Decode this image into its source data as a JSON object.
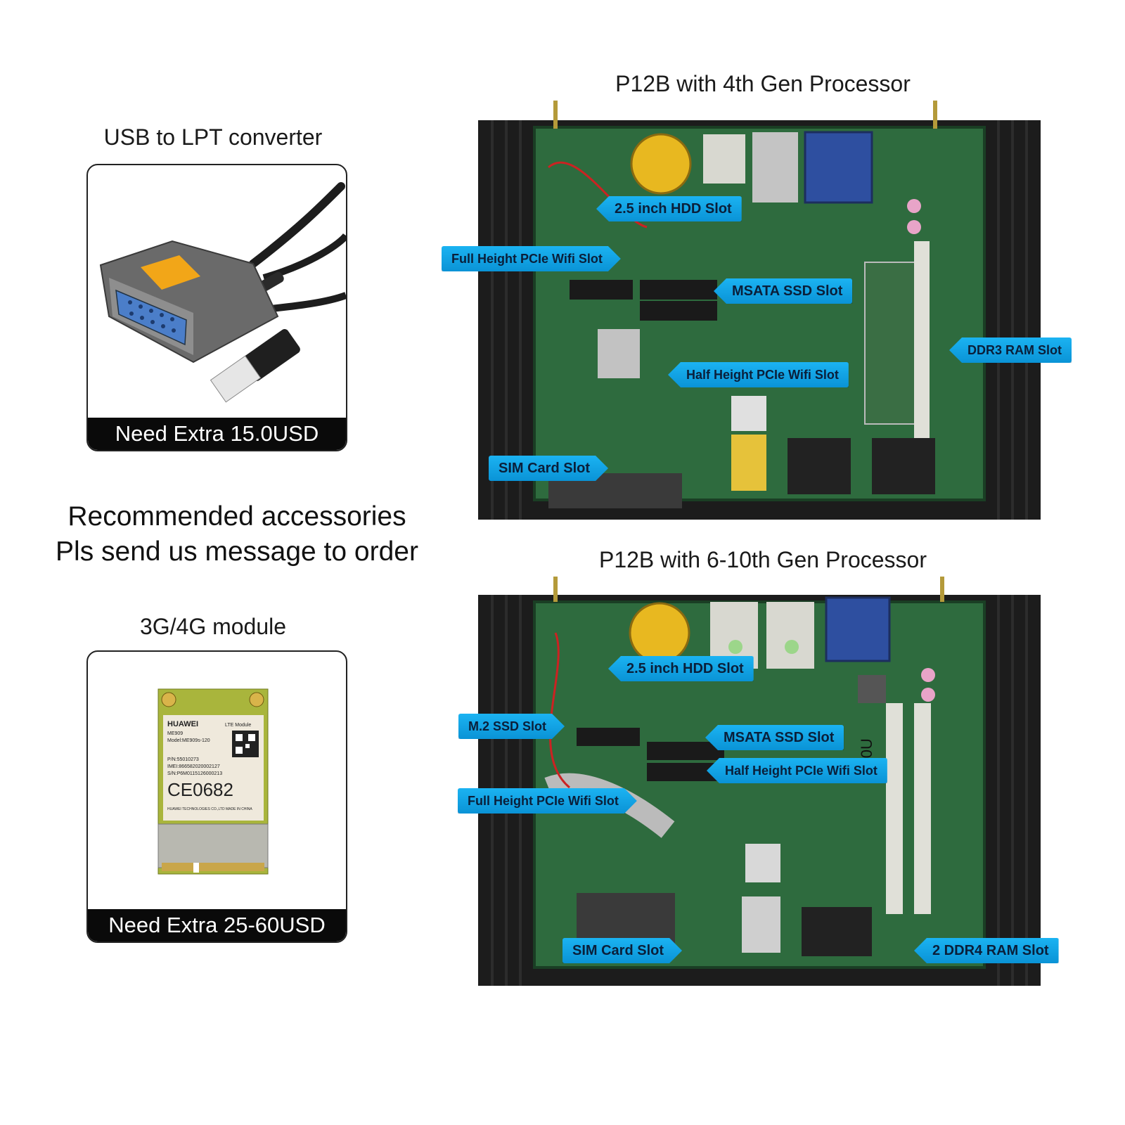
{
  "accessories": {
    "lpt": {
      "title": "USB to LPT converter",
      "price": "Need Extra 15.0USD"
    },
    "module": {
      "title": "3G/4G module",
      "price": "Need Extra 25-60USD",
      "label_brand": "HUAWEI",
      "label_lte": "LTE Module",
      "label_model": "ME909",
      "label_model_full": "Model:ME909s-120",
      "label_pn": "P/N:55010273",
      "label_imei": "IMEI:866582020002127",
      "label_sn": "S/N:P6M0115126000213",
      "label_ce": "CE0682",
      "label_company": "HUAWEI TECHNOLOGIES CO.,LTD  MADE IN CHINA"
    },
    "promo_line1": "Recommended accessories",
    "promo_line2": "Pls send us message to order"
  },
  "boards": {
    "gen4": {
      "title": "P12B with 4th Gen Processor",
      "labels": {
        "hdd": "2.5 inch HDD Slot",
        "full_pcie": "Full Height PCIe Wifi Slot",
        "msata": "MSATA SSD Slot",
        "ddr3": "DDR3 RAM Slot",
        "half_pcie": "Half Height PCIe Wifi Slot",
        "sim": "SIM Card Slot"
      }
    },
    "gen6": {
      "title": "P12B with 6-10th Gen Processor",
      "chip_text": "8250U",
      "labels": {
        "hdd": "2.5 inch HDD Slot",
        "m2": "M.2 SSD Slot",
        "msata": "MSATA SSD Slot",
        "half_pcie": "Half Height PCIe Wifi Slot",
        "full_pcie": "Full Height PCIe Wifi Slot",
        "sim": "SIM Card Slot",
        "ddr4": "2 DDR4 RAM Slot"
      }
    }
  },
  "colors": {
    "callout": "#0fa3e6",
    "pcb": "#2e6b3e",
    "case": "#1c1c1c",
    "coin_cell": "#e8b820"
  }
}
